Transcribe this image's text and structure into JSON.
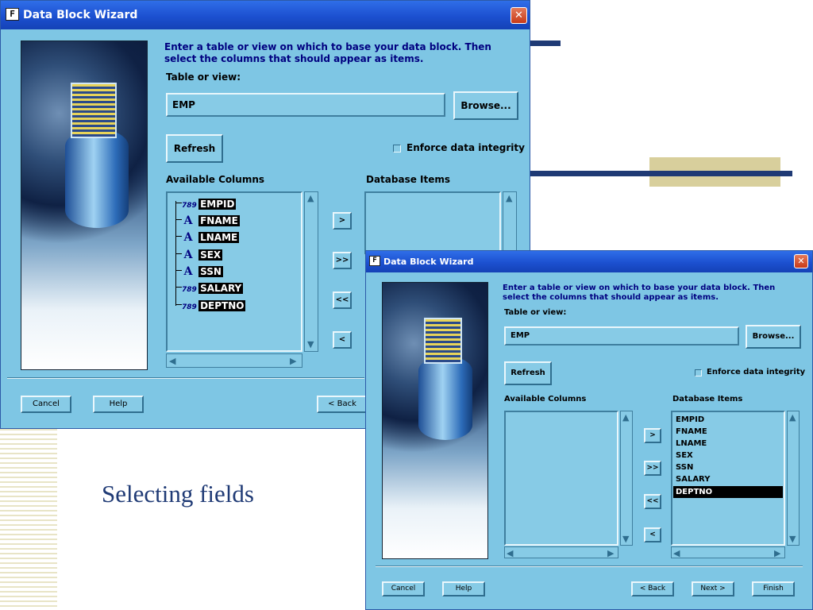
{
  "slide": {
    "caption": "Selecting fields",
    "colors": {
      "accent": "#1f3a75",
      "tan": "#d8cf9c",
      "dialog_bg": "#7ec6e4",
      "titlebar": "#1c50d0"
    }
  },
  "dialog1": {
    "title": "Data Block Wizard",
    "app_icon": "forms-app-icon",
    "close_label": "✕",
    "instruction": "Enter a table or view on which to base your data block. Then select the columns that should appear as items.",
    "table_label": "Table or view:",
    "table_value": "EMP",
    "browse_label": "Browse...",
    "refresh_label": "Refresh",
    "enforce_label": "Enforce data integrity",
    "available_label": "Available Columns",
    "database_label": "Database Items",
    "columns": [
      {
        "name": "EMPID",
        "icon": "number-icon"
      },
      {
        "name": "FNAME",
        "icon": "text-icon"
      },
      {
        "name": "LNAME",
        "icon": "text-icon"
      },
      {
        "name": "SEX",
        "icon": "text-icon"
      },
      {
        "name": "SSN",
        "icon": "text-icon"
      },
      {
        "name": "SALARY",
        "icon": "number-icon"
      },
      {
        "name": "DEPTNO",
        "icon": "number-icon"
      }
    ],
    "move_buttons": [
      ">",
      ">>",
      "<<",
      "<"
    ],
    "cancel_label": "Cancel",
    "help_label": "Help",
    "back_label": "< Back"
  },
  "dialog2": {
    "title": "Data Block Wizard",
    "app_icon": "forms-app-icon",
    "close_label": "✕",
    "instruction": "Enter a table or view on which to base your data block. Then select the columns that should appear as items.",
    "table_label": "Table or view:",
    "table_value": "EMP",
    "browse_label": "Browse...",
    "refresh_label": "Refresh",
    "enforce_label": "Enforce data integrity",
    "available_label": "Available Columns",
    "database_label": "Database Items",
    "items": [
      "EMPID",
      "FNAME",
      "LNAME",
      "SEX",
      "SSN",
      "SALARY",
      "DEPTNO"
    ],
    "selected_item": "DEPTNO",
    "move_buttons": [
      ">",
      ">>",
      "<<",
      "<"
    ],
    "cancel_label": "Cancel",
    "help_label": "Help",
    "back_label": "< Back",
    "next_label": "Next >",
    "finish_label": "Finish"
  },
  "icon_glyphs": {
    "number": "789",
    "text": "A",
    "forms": "F"
  }
}
